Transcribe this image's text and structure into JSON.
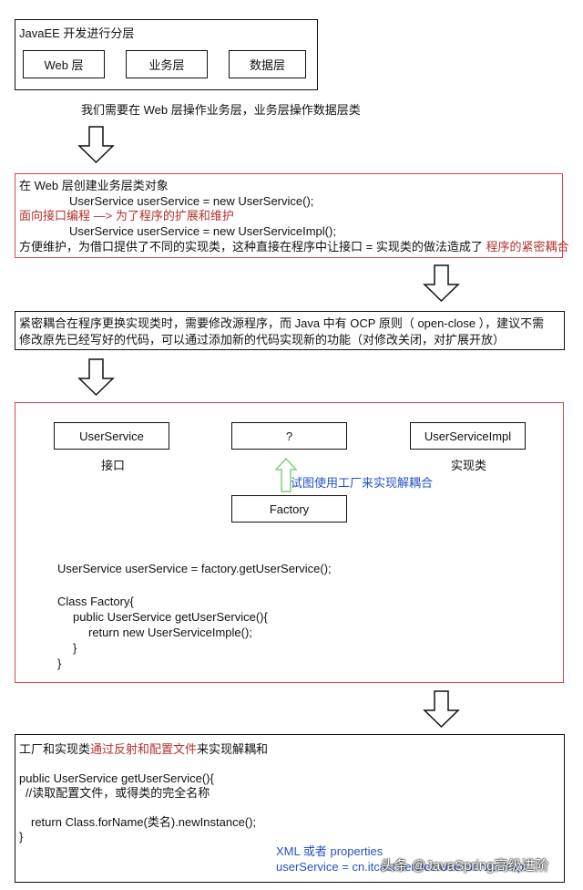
{
  "box1": {
    "title": "JavaEE 开发进行分层",
    "layers": [
      "Web 层",
      "业务层",
      "数据层"
    ]
  },
  "caption1": "我们需要在 Web 层操作业务层，业务层操作数据层类",
  "box2": {
    "line1": "在 Web 层创建业务层类对象",
    "line2": "UserService userService = new UserService();",
    "line3": "面向接口编程 —> 为了程序的扩展和维护",
    "line4": "UserService userService = new UserServiceImpl();",
    "line5_part1": "方便维护，为借口提供了不同的实现类，这种直接在程序中让接口 = 实现类的做法造成了",
    "line5_part2": "程序的紧密耦合"
  },
  "box3": {
    "line1": "紧密耦合在程序更换实现类时，需要修改源程序，而 Java 中有 OCP 原则（ open-close ），建议不需",
    "line2": "修改原先已经写好的代码，可以通过添加新的代码实现新的功能（对修改关闭，对扩展开放）"
  },
  "box4": {
    "interface_box": "UserService",
    "interface_caption": "接口",
    "question_box": "?",
    "impl_box": "UserServiceImpl",
    "impl_caption": "实现类",
    "hint": "试图使用工厂来实现解耦合",
    "factory_box": "Factory",
    "code": [
      "UserService userService = factory.getUserService();",
      "Class Factory{",
      "public UserService getUserService(){",
      "return new UserServiceImple();",
      "}",
      "}"
    ]
  },
  "box5": {
    "line1_part1": "工厂和实现类",
    "line1_part2": "通过反射和配置文件",
    "line1_part3": "来实现解耦和",
    "code": [
      "public UserService getUserService(){",
      "//读取配置文件，或得类的完全名称",
      "return Class.forName(类名).newInstance();",
      "}"
    ],
    "note1": "XML 或者 properties",
    "note2": "userService = cn.itcast.service.UserServiceImpl"
  },
  "watermark": "头条 @JavaSpring高级进阶",
  "colors": {
    "border_red": "#d44a45",
    "text_red": "#b3322e",
    "text_blue": "#2452c8",
    "hint_arrow": "#7ed17e"
  }
}
